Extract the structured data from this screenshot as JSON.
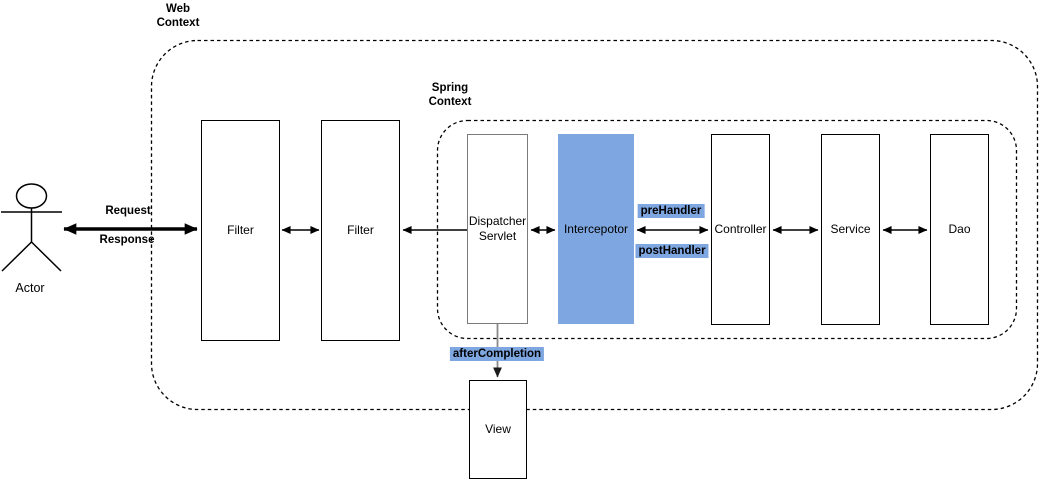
{
  "contexts": {
    "web_label": "Web\nContext",
    "spring_label": "Spring\nContext"
  },
  "actor": {
    "label": "Actor"
  },
  "edge_labels": {
    "request": "Request",
    "response": "Response",
    "pre_handler": "preHandler",
    "post_handler": "postHandler",
    "after_completion": "afterCompletion"
  },
  "boxes": {
    "filter1": {
      "label": "Filter"
    },
    "filter2": {
      "label": "Filter"
    },
    "dispatcher": {
      "label": "Dispatcher Servlet"
    },
    "interceptor": {
      "label": "Intercepotor"
    },
    "controller": {
      "label": "Controller"
    },
    "service": {
      "label": "Service"
    },
    "dao": {
      "label": "Dao"
    },
    "view": {
      "label": "View"
    }
  },
  "colors": {
    "interceptor_fill": "#7EA6E0",
    "label_highlight": "#7EA6E0"
  }
}
